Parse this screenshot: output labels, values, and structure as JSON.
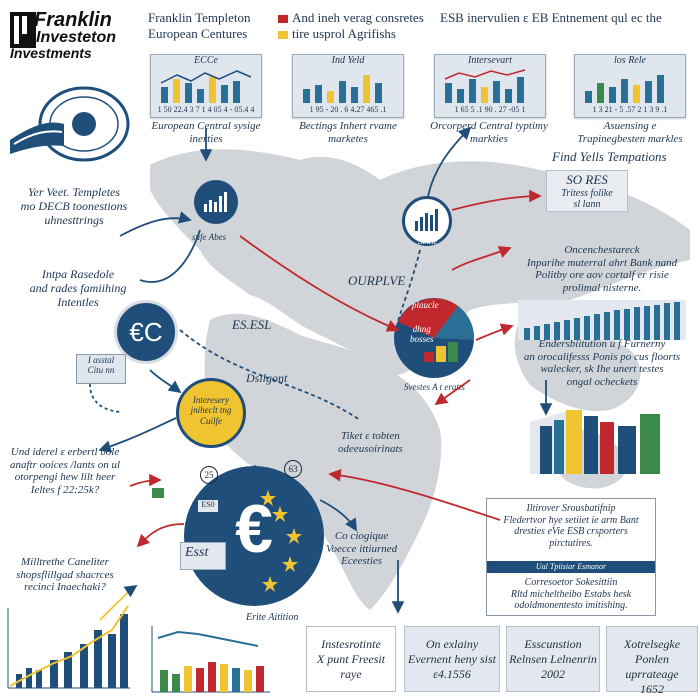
{
  "logo": {
    "line1": "Franklin",
    "line2": "Investeton",
    "line3": "Investments"
  },
  "header": {
    "left_text_1": "Franklin Templeton",
    "left_text_2": "European Centures",
    "legend_1": "And ineh verag consretes",
    "legend_1_color": "#c0282d",
    "legend_2": "tire usprol Agrifishs",
    "legend_2_color": "#f0c330",
    "legend_3": "ESB inervulien ε EB Entnement qul ec the"
  },
  "mini_charts": [
    {
      "title": "ECCe",
      "footer": "1 50  22.4 3 7 1 4 05 4 - 05.4 4",
      "caption": "European Central sysige inerties"
    },
    {
      "title": "Ind Yeld",
      "footer": "1 95 - 20 . 6  4.27  465 .1",
      "caption": "Bectings Inhert rvame marketes"
    },
    {
      "title": "Intersevart",
      "footer": "1 65 5 .1  90 . 27  -05 1",
      "caption": "Orcorperd Central typtimy markties"
    },
    {
      "title": "los Rele",
      "footer": "1 3  21 - 5 .57 2 1 3 9 .1",
      "caption": "Asuensing e Trapinegbesten markles"
    }
  ],
  "labels": {
    "find_yields": "Find Yells Tempations",
    "so_res": "SO RES",
    "tritess": "Tritess folike\nsl lann",
    "left_note_1": "Yer Veet. Templetes\nmo DECB toonestions\nuhnesttrings",
    "left_note_2": "Intpa Rasedole\nand rades famiihing\nIntentles",
    "icon_1_label": "sufe Abes",
    "icon_2_label": "Scine",
    "ourplve": "OURPLVE",
    "es_esl": "ES.ESL",
    "ec_symbol": "€C",
    "small_box": "I asstal\nCitu nn",
    "dsilgont": "Dsilgont",
    "yellow_circle": "Interesery\njniheclt tng\nCuilfe",
    "pie_top": "plaucle",
    "pie_mid": "dhng\nbosses",
    "pie_bottom": "Svestes A t eratts",
    "right_note_1": "Oncenchestareck\nInparihe muterral ahrt Bank nand\nPolitby ore aov cortalf er risie\nprolimal nisterne.",
    "right_note_2": "Endersbiitution u f Furnerny\nan orocalifesss Ponis po cus floorts\nwalecker, sk Ihe unert testes\nongal ocheckets",
    "left_note_3": "Und iderel ε erbertl bole\nanaftr ooices /lants on ul\notorpengi hew lilt heer\nIeltes f 22:25k?",
    "tiket": "Tiket ε tobten\nodeeusoirinats",
    "euro_symbol": "€",
    "euro_tag": "ES0",
    "east": "Esst",
    "num_1": "25",
    "num_2": "63",
    "cologue": "Co ciogique\nVoecce ittiurned\nEceesties",
    "right_box_1": "Iltirover Srousbatifnip\nFledertvor hye setiiet ie arm Bant\ndresties eVie ESB crsporters\npirctutires.",
    "right_box_band": "Ual Tpiisiar Esmanor",
    "right_box_2": "Corresoetor Sokesittiin\nRltd micheltheibo Estabs hesk\nodoldmonentesto imitishing.",
    "bottom_left_note": "Milltrethe Caneliter\nshopsflillgad shacrces\nrecinci Inaechaki?",
    "bottom_center": "Erite Aitition"
  },
  "stat_boxes": [
    {
      "label": "Instesrotinte\nX punt Freesit",
      "value": "raye"
    },
    {
      "label": "On exlainy\nEvernent heny sist",
      "value": "ε4.1556"
    },
    {
      "label": "Esscunstion\nRelnsen Lelnenrin",
      "value": "2002"
    },
    {
      "label": "Xotrelsegke\nPonlen uprrateage",
      "value": "1652"
    }
  ],
  "colors": {
    "navy": "#1f4e7a",
    "red": "#c0282d",
    "gold": "#f0c330",
    "land": "#c9ced4",
    "teal": "#2a6f95"
  }
}
